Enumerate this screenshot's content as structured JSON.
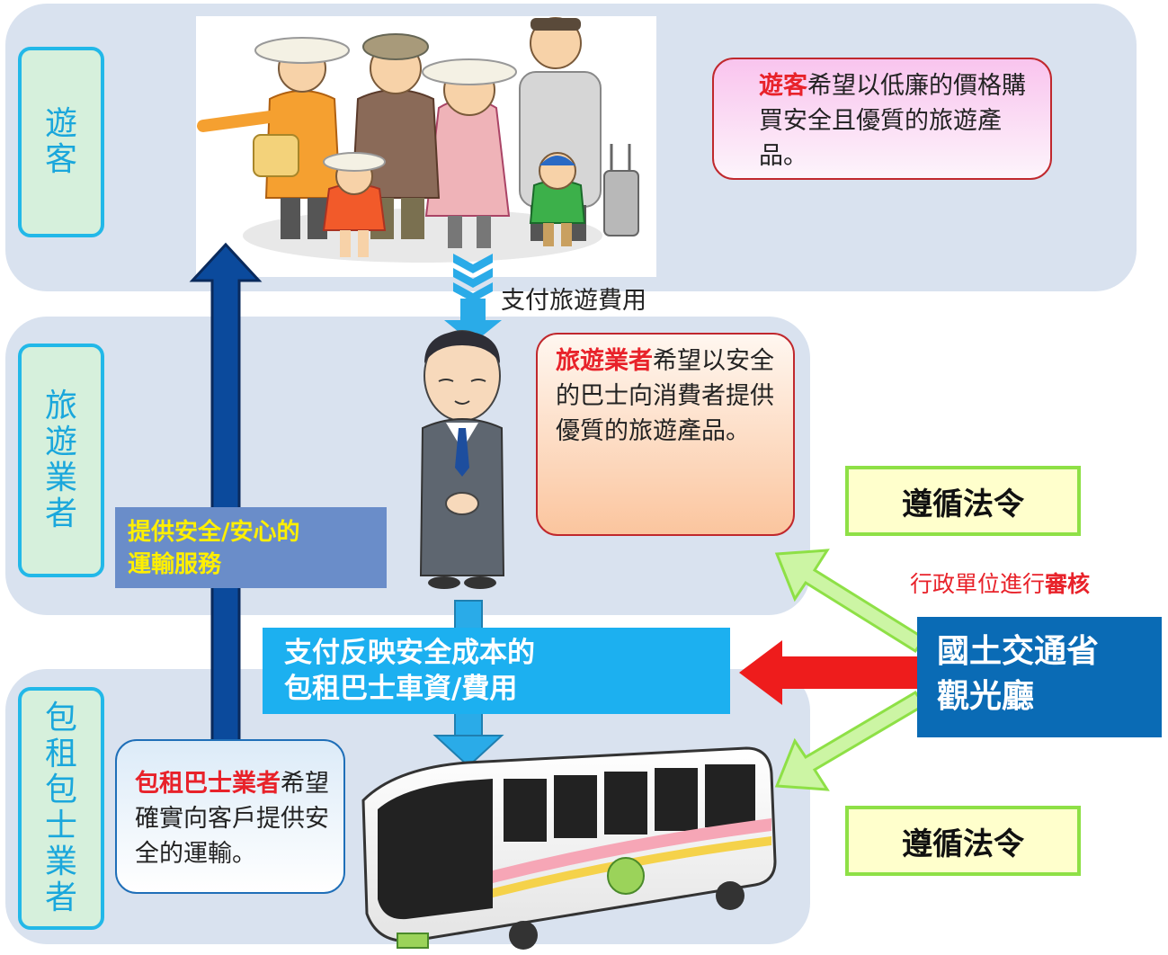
{
  "tiers": {
    "tourist": [
      "遊",
      "客"
    ],
    "agency": [
      "旅",
      "遊",
      "業",
      "者"
    ],
    "bus_operator": [
      "包",
      "租",
      "包",
      "士",
      "業",
      "者"
    ]
  },
  "bubbles": {
    "tourist": {
      "highlight": "遊客",
      "rest": "希望以低廉的價格購買安全且優質的旅遊產品。"
    },
    "agency": {
      "highlight": "旅遊業者",
      "rest": "希望以安全的巴士向消費者提供優質的旅遊產品。"
    },
    "bus": {
      "highlight": "包租巴士業者",
      "rest": "希望確實向客戶提供安全的運輸。"
    }
  },
  "labels": {
    "pay_travel": "支付旅遊費用",
    "provide_service_line1": "提供安全/安心的",
    "provide_service_line2": "運輸服務",
    "pay_bus_line1": "支付反映安全成本的",
    "pay_bus_line2": "包租巴士車資/費用",
    "audit_prefix": "行政單位進行",
    "audit_highlight": "審核",
    "law_top": "遵循法令",
    "law_bottom": "遵循法令",
    "agency_name_line1": "國土交通省",
    "agency_name_line2": "觀光廳"
  },
  "colors": {
    "band": "#d9e2ef",
    "tier_border": "#22b8e8",
    "tier_fill": "#d6f0dc",
    "highlight_red": "#e8222a",
    "navy_arrow": "#0b4a9c",
    "sky_blue": "#2aabe8",
    "ministry_blue": "#0a6bb5",
    "law_fill": "#ffffcc",
    "law_border": "#8ee046"
  },
  "icons": [
    "tourist-family-illustration",
    "businessman-bowing-illustration",
    "tour-bus-illustration"
  ]
}
